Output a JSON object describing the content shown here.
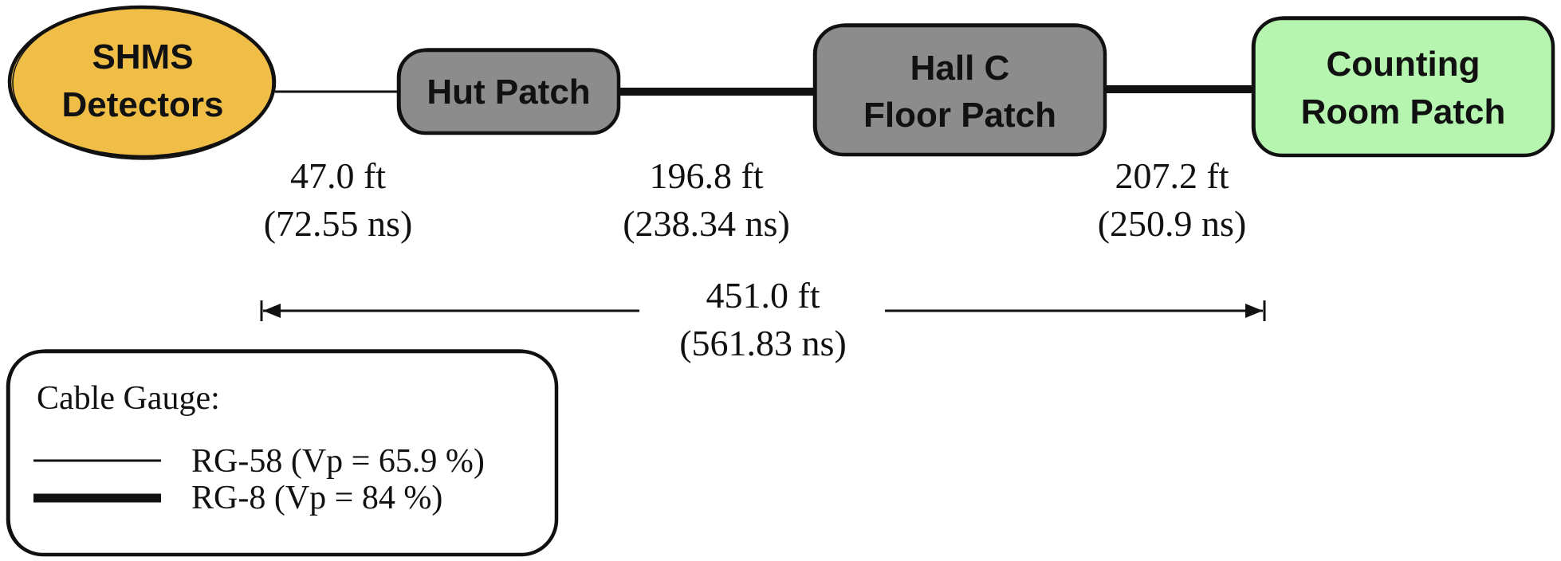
{
  "colors": {
    "shms_fill": "#F0BE47",
    "patch_fill": "#8C8C8C",
    "counting_fill": "#B6F5B0",
    "ink": "#111111"
  },
  "nodes": {
    "shms": {
      "line1": "SHMS",
      "line2": "Detectors"
    },
    "hut": {
      "label": "Hut Patch"
    },
    "hallc": {
      "line1": "Hall C",
      "line2": "Floor Patch"
    },
    "counting": {
      "line1": "Counting",
      "line2": "Room Patch"
    }
  },
  "segments": [
    {
      "length": "47.0 ft",
      "delay": "(72.55 ns)",
      "cable": "RG-58"
    },
    {
      "length": "196.8 ft",
      "delay": "(238.34 ns)",
      "cable": "RG-8"
    },
    {
      "length": "207.2 ft",
      "delay": "(250.9 ns)",
      "cable": "RG-8"
    }
  ],
  "total": {
    "length": "451.0 ft",
    "delay": "(561.83 ns)"
  },
  "legend": {
    "title": "Cable Gauge:",
    "items": [
      {
        "label": "RG-58 (Vp = 65.9 %)",
        "style": "thin"
      },
      {
        "label": "RG-8 (Vp = 84 %)",
        "style": "thick"
      }
    ]
  }
}
